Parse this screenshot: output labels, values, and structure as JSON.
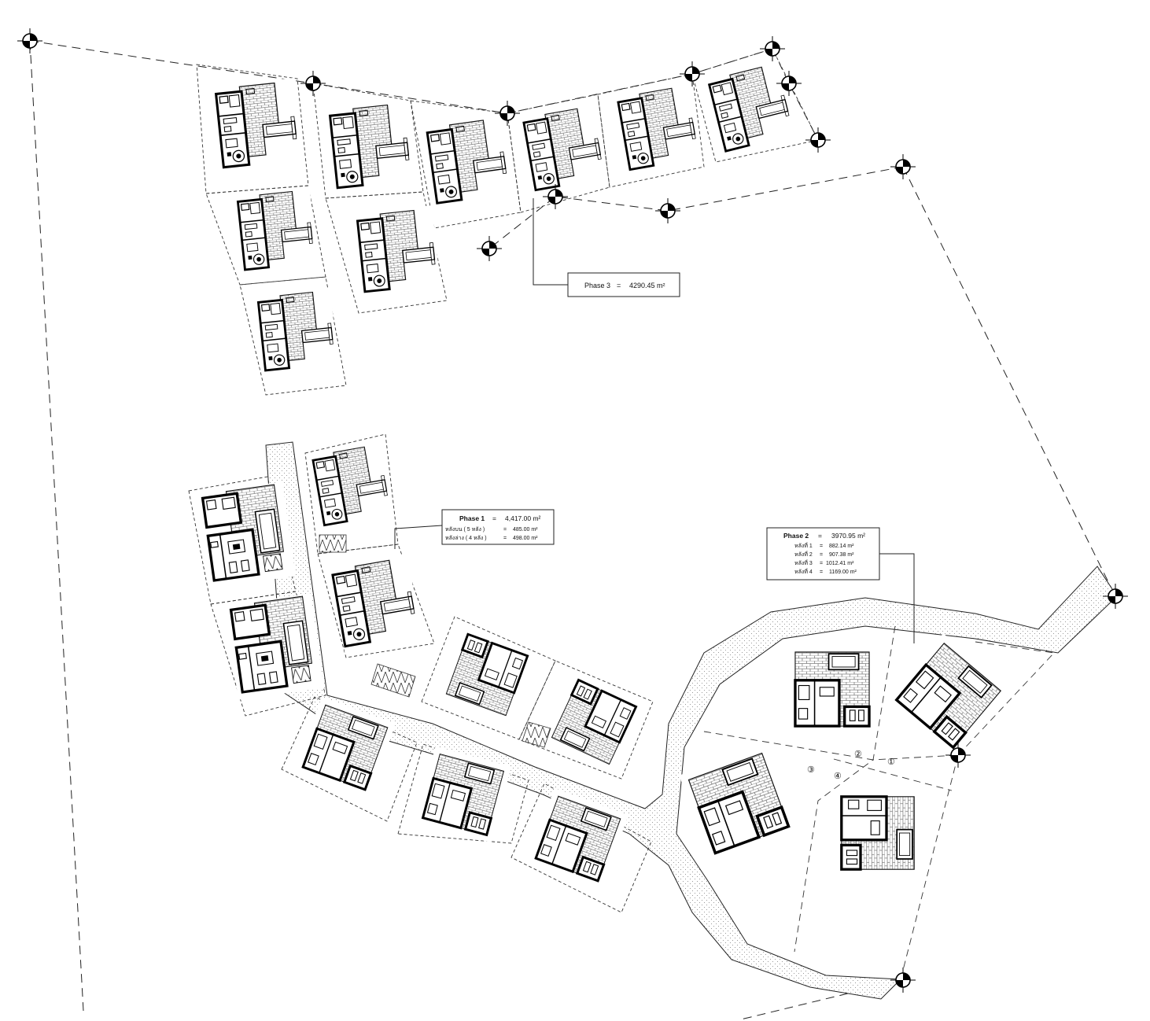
{
  "phase1": {
    "title": "Phase 1",
    "eq": "=",
    "total": "4,417.00 m²",
    "rows": [
      {
        "label": "หลังบน  ( 5 หลัง )",
        "eq": "=",
        "value": "485.00 m²"
      },
      {
        "label": "หลังล่าง ( 4 หลัง )",
        "eq": "=",
        "value": "498.00 m²"
      }
    ]
  },
  "phase2": {
    "title": "Phase 2",
    "eq": "=",
    "total": "3970.95 m²",
    "rows": [
      {
        "label": "หลังที่ 1",
        "eq": "=",
        "value": "882.14 m²"
      },
      {
        "label": "หลังที่ 2",
        "eq": "=",
        "value": "907.38 m²"
      },
      {
        "label": "หลังที่ 3",
        "eq": "=",
        "value": "1012.41 m²"
      },
      {
        "label": "หลังที่ 4",
        "eq": "=",
        "value": "1169.00 m²"
      }
    ]
  },
  "phase3": {
    "title": "Phase 3",
    "eq": "=",
    "total": "4290.45 m²"
  },
  "plot_numbers": [
    "①",
    "②",
    "③",
    "④"
  ],
  "colors": {
    "line": "#111111",
    "road_fill": "#f2f2f2",
    "paving": "#9a9a9a"
  }
}
